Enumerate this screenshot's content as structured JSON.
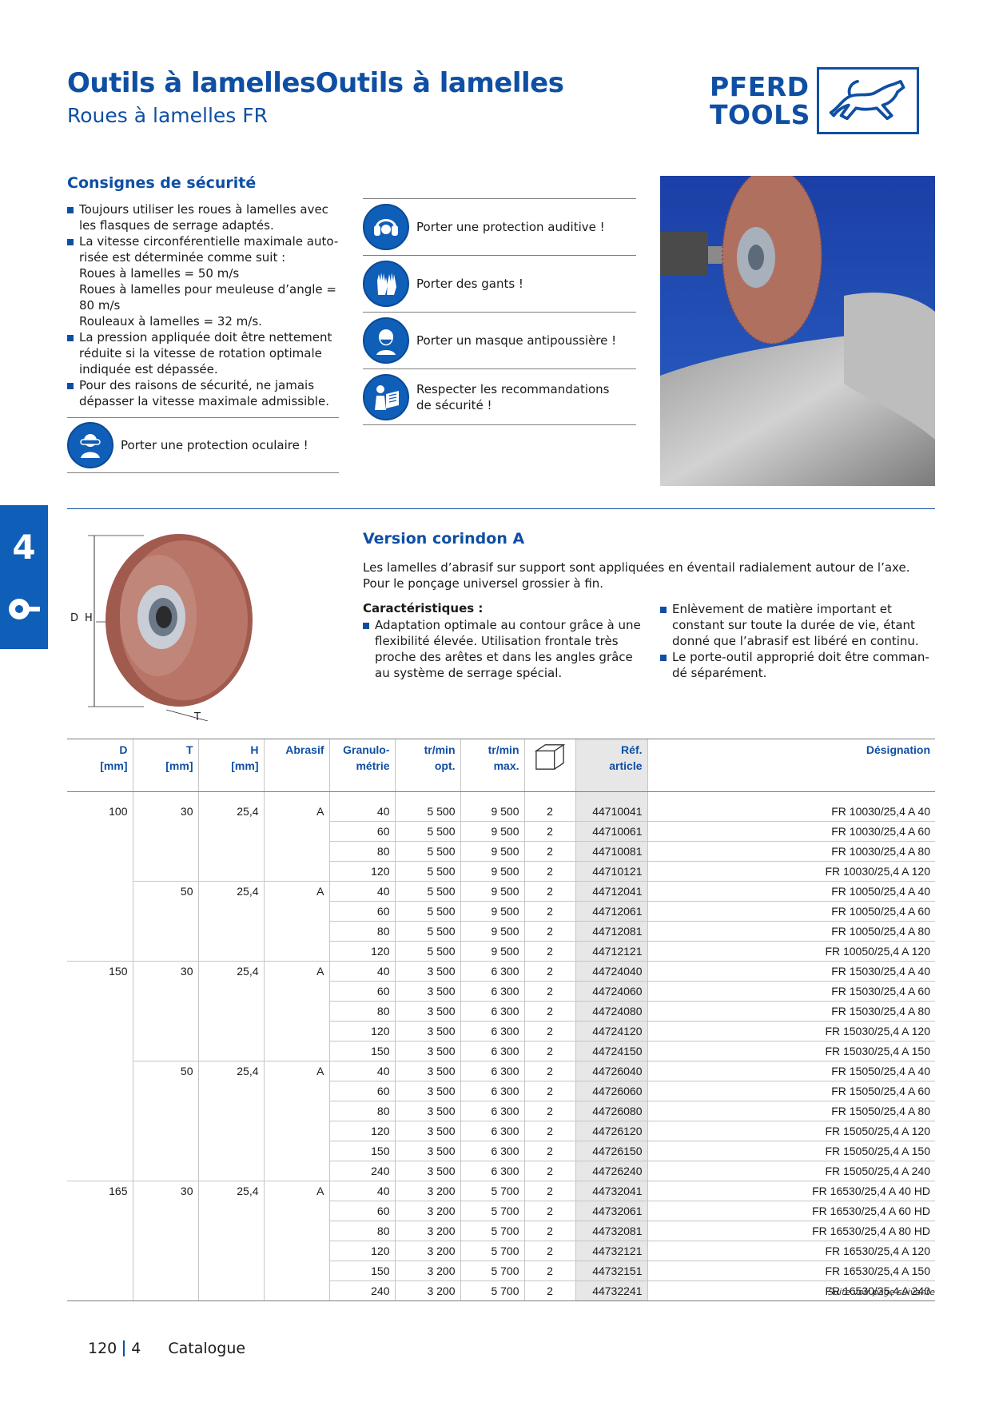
{
  "header": {
    "title": "Outils à lamellesOutils à lamelles",
    "subtitle": "Roues à lamelles FR",
    "logo_line1": "PFERD",
    "logo_line2": "TOOLS"
  },
  "safety": {
    "heading": "Consignes de sécurité",
    "bullets": [
      "Toujours utiliser les roues à lamelles avec les flasques de serrage adaptés.",
      "La vitesse circonférentielle maximale auto-risée est déterminée comme suit :"
    ],
    "speed_lines": [
      "Roues à lamelles = 50 m/s",
      "Roues à lamelles pour meuleuse d’angle = 80 m/s",
      "Rouleaux à lamelles = 32 m/s."
    ],
    "bullets_after": [
      "La pression appliquée doit être nettement réduite si la vitesse de rotation optimale indiquée est dépassée.",
      "Pour des raisons de sécurité, ne jamais dépasser la vitesse maximale admissible."
    ],
    "eye_protection": "Porter une protection oculaire !",
    "pictograms": [
      {
        "icon": "ear-protection-icon",
        "text": "Porter une protection auditive !"
      },
      {
        "icon": "gloves-icon",
        "text": "Porter des gants !"
      },
      {
        "icon": "dust-mask-icon",
        "text": "Porter un masque antipoussière !"
      },
      {
        "icon": "read-manual-icon",
        "text": "Respecter les recommandations de sécurité !"
      }
    ]
  },
  "side_tab": {
    "number": "4"
  },
  "version": {
    "heading": "Version corindon A",
    "intro": "Les lamelles d’abrasif sur support sont appliquées en éventail radialement autour de l’axe. Pour le ponçage universel grossier à fin.",
    "carac_heading": "Caractéristiques :",
    "carac_left": [
      "Adaptation optimale au contour grâce à une flexibilité élevée. Utilisation frontale très proche des arêtes et dans les angles grâce au système de serrage spécial."
    ],
    "carac_right": [
      "Enlèvement de matière important et constant sur toute la durée de vie, étant donné que l’abrasif est libéré en continu.",
      "Le porte-outil approprié doit être comman-dé séparément."
    ],
    "dim_labels": {
      "d": "D",
      "h": "H",
      "t": "T"
    }
  },
  "table": {
    "headers": [
      {
        "l1": "D",
        "l2": "[mm]"
      },
      {
        "l1": "T",
        "l2": "[mm]"
      },
      {
        "l1": "H",
        "l2": "[mm]"
      },
      {
        "l1": "Abrasif",
        "l2": ""
      },
      {
        "l1": "Granulo-",
        "l2": "métrie"
      },
      {
        "l1": "tr/min",
        "l2": "opt."
      },
      {
        "l1": "tr/min",
        "l2": "max."
      },
      {
        "l1": "",
        "l2": ""
      },
      {
        "l1": "Réf.",
        "l2": "article"
      },
      {
        "l1": "Désignation",
        "l2": ""
      }
    ],
    "rows": [
      [
        "100",
        "30",
        "25,4",
        "A",
        "40",
        "5 500",
        "9 500",
        "2",
        "44710041",
        "FR 10030/25,4 A 40"
      ],
      [
        "",
        "",
        "",
        "",
        "60",
        "5 500",
        "9 500",
        "2",
        "44710061",
        "FR 10030/25,4 A 60"
      ],
      [
        "",
        "",
        "",
        "",
        "80",
        "5 500",
        "9 500",
        "2",
        "44710081",
        "FR 10030/25,4 A 80"
      ],
      [
        "",
        "",
        "",
        "",
        "120",
        "5 500",
        "9 500",
        "2",
        "44710121",
        "FR 10030/25,4 A 120"
      ],
      [
        "",
        "50",
        "25,4",
        "A",
        "40",
        "5 500",
        "9 500",
        "2",
        "44712041",
        "FR 10050/25,4 A 40"
      ],
      [
        "",
        "",
        "",
        "",
        "60",
        "5 500",
        "9 500",
        "2",
        "44712061",
        "FR 10050/25,4 A 60"
      ],
      [
        "",
        "",
        "",
        "",
        "80",
        "5 500",
        "9 500",
        "2",
        "44712081",
        "FR 10050/25,4 A 80"
      ],
      [
        "",
        "",
        "",
        "",
        "120",
        "5 500",
        "9 500",
        "2",
        "44712121",
        "FR 10050/25,4 A 120"
      ],
      [
        "150",
        "30",
        "25,4",
        "A",
        "40",
        "3 500",
        "6 300",
        "2",
        "44724040",
        "FR 15030/25,4 A 40"
      ],
      [
        "",
        "",
        "",
        "",
        "60",
        "3 500",
        "6 300",
        "2",
        "44724060",
        "FR 15030/25,4 A 60"
      ],
      [
        "",
        "",
        "",
        "",
        "80",
        "3 500",
        "6 300",
        "2",
        "44724080",
        "FR 15030/25,4 A 80"
      ],
      [
        "",
        "",
        "",
        "",
        "120",
        "3 500",
        "6 300",
        "2",
        "44724120",
        "FR 15030/25,4 A 120"
      ],
      [
        "",
        "",
        "",
        "",
        "150",
        "3 500",
        "6 300",
        "2",
        "44724150",
        "FR 15030/25,4 A 150"
      ],
      [
        "",
        "50",
        "25,4",
        "A",
        "40",
        "3 500",
        "6 300",
        "2",
        "44726040",
        "FR 15050/25,4 A 40"
      ],
      [
        "",
        "",
        "",
        "",
        "60",
        "3 500",
        "6 300",
        "2",
        "44726060",
        "FR 15050/25,4 A 60"
      ],
      [
        "",
        "",
        "",
        "",
        "80",
        "3 500",
        "6 300",
        "2",
        "44726080",
        "FR 15050/25,4 A 80"
      ],
      [
        "",
        "",
        "",
        "",
        "120",
        "3 500",
        "6 300",
        "2",
        "44726120",
        "FR 15050/25,4 A 120"
      ],
      [
        "",
        "",
        "",
        "",
        "150",
        "3 500",
        "6 300",
        "2",
        "44726150",
        "FR 15050/25,4 A 150"
      ],
      [
        "",
        "",
        "",
        "",
        "240",
        "3 500",
        "6 300",
        "2",
        "44726240",
        "FR 15050/25,4 A 240"
      ],
      [
        "165",
        "30",
        "25,4",
        "A",
        "40",
        "3 200",
        "5 700",
        "2",
        "44732041",
        "FR 16530/25,4 A 40 HD"
      ],
      [
        "",
        "",
        "",
        "",
        "60",
        "3 200",
        "5 700",
        "2",
        "44732061",
        "FR 16530/25,4 A 60 HD"
      ],
      [
        "",
        "",
        "",
        "",
        "80",
        "3 200",
        "5 700",
        "2",
        "44732081",
        "FR 16530/25,4 A 80 HD"
      ],
      [
        "",
        "",
        "",
        "",
        "120",
        "3 200",
        "5 700",
        "2",
        "44732121",
        "FR 16530/25,4 A 120"
      ],
      [
        "",
        "",
        "",
        "",
        "150",
        "3 200",
        "5 700",
        "2",
        "44732151",
        "FR 16530/25,4 A 150"
      ],
      [
        "",
        "",
        "",
        "",
        "240",
        "3 200",
        "5 700",
        "2",
        "44732241",
        "FR 16530/25,4 A 240"
      ]
    ],
    "continued": "Suite voir page suivante"
  },
  "footer": {
    "page": "120",
    "chapter": "4",
    "label": "Catalogue"
  },
  "colors": {
    "brand_blue": "#0f4fa3",
    "pictogram_blue": "#0f5eb8"
  }
}
